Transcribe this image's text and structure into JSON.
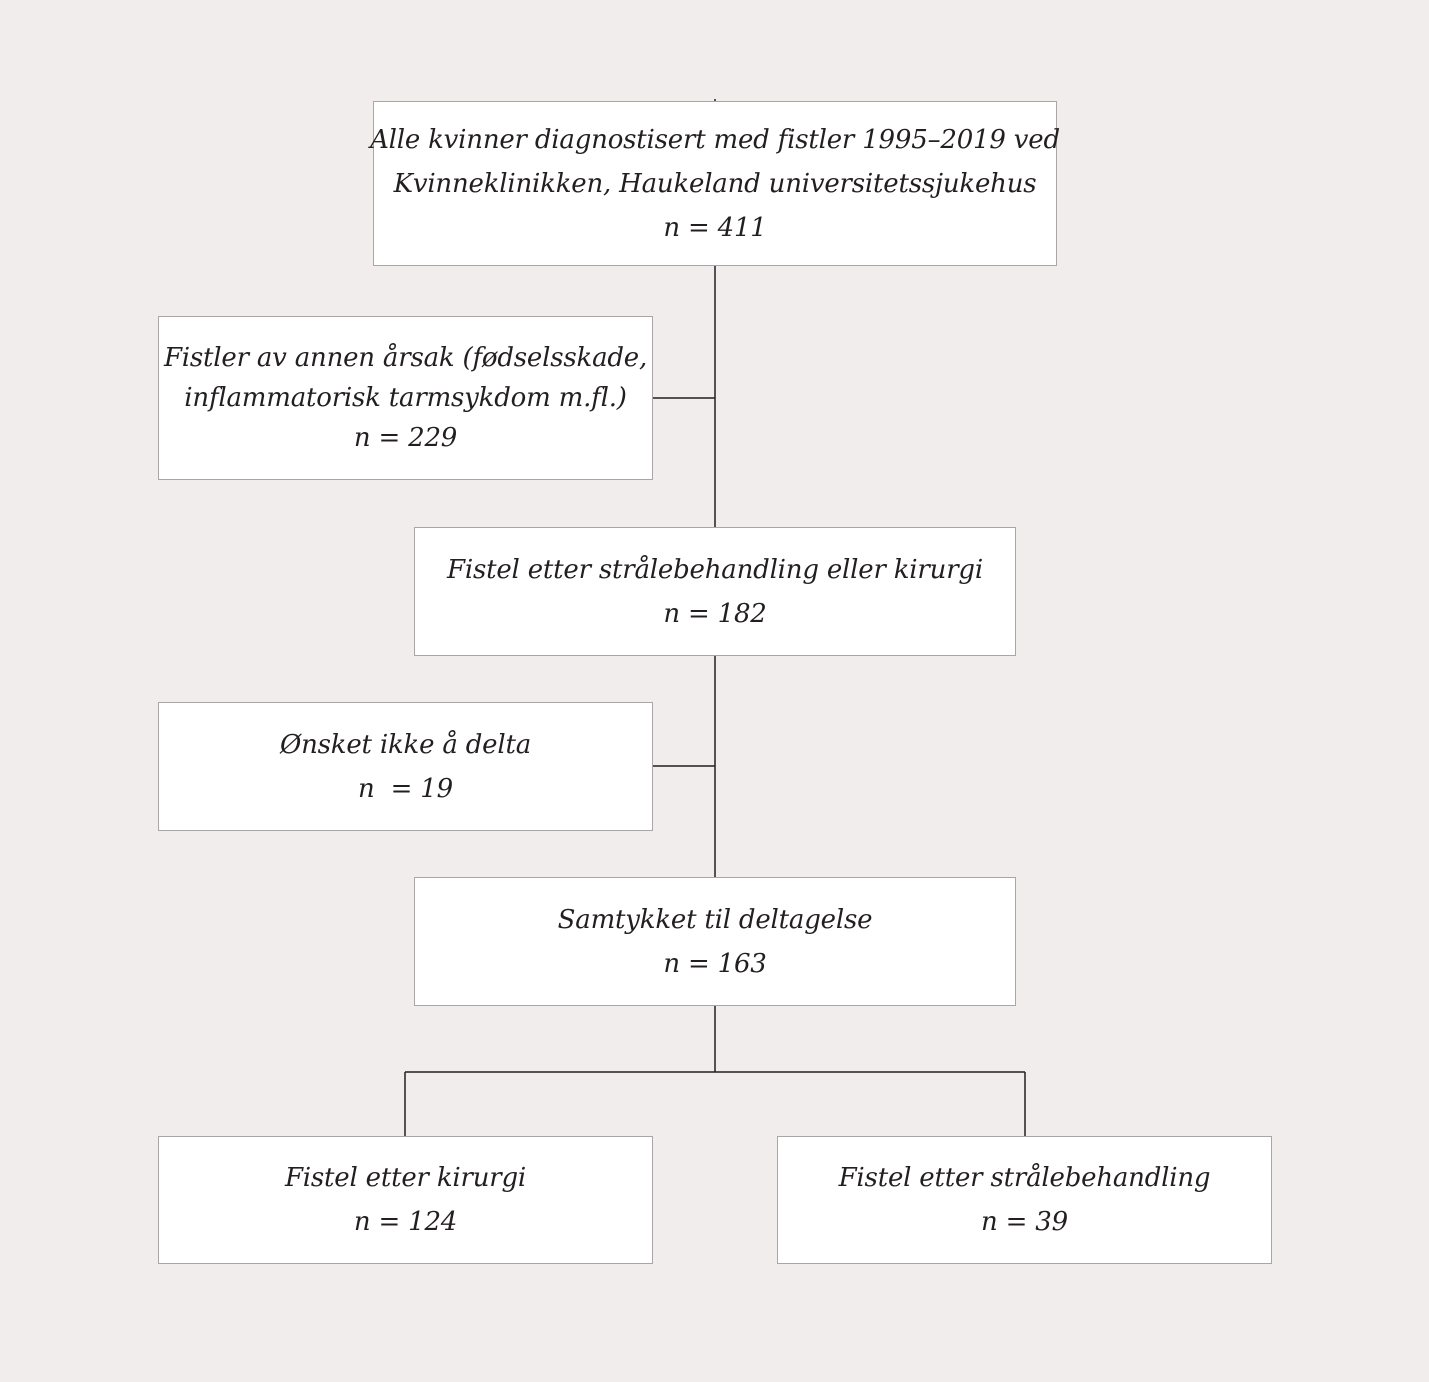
{
  "flowchart": {
    "all_women": {
      "line1": "Alle kvinner diagnostisert med fistler 1995–2019 ved",
      "line2": "Kvinneklinikken, Haukeland universitetssjukehus",
      "count": "n = 411"
    },
    "other_cause": {
      "line1": "Fistler av annen årsak (fødselsskade,",
      "line2": "inflammatorisk tarmsykdom m.fl.)",
      "count": "n = 229"
    },
    "after_radiation_or_surgery": {
      "line1": "Fistel etter strålebehandling eller kirurgi",
      "count": "n = 182"
    },
    "declined": {
      "line1": "Ønsket ikke å delta",
      "count": "n  = 19"
    },
    "consented": {
      "line1": "Samtykket til deltagelse",
      "count": "n = 163"
    },
    "after_surgery": {
      "line1": "Fistel etter kirurgi",
      "count": "n = 124"
    },
    "after_radiation": {
      "line1": "Fistel etter strålebehandling",
      "count": "n = 39"
    }
  },
  "colors": {
    "background": "#f0edec",
    "box_fill": "#ffffff",
    "box_border": "#a9a6a5",
    "connector": "#231f20",
    "text": "#231f20"
  }
}
